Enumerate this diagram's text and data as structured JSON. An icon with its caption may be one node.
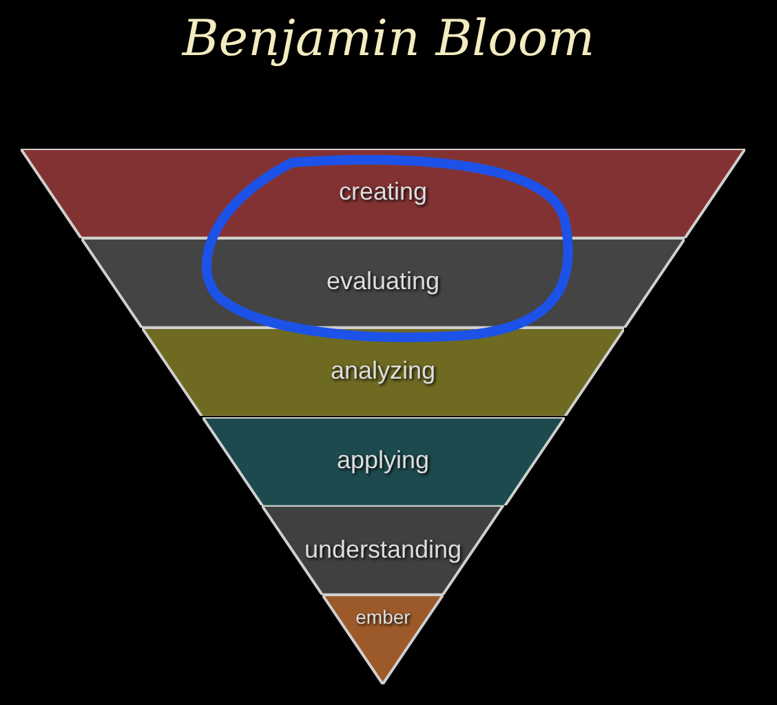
{
  "diagram": {
    "title": "Benjamin Bloom",
    "nodes": [
      {
        "text": [
          "creating"
        ]
      },
      {
        "text": [
          "evaluating"
        ]
      },
      {
        "text": [
          "analyzing"
        ]
      },
      {
        "text": [
          "applying"
        ]
      },
      {
        "text": [
          "understanding"
        ]
      },
      {
        "text": [
          "ember"
        ]
      }
    ]
  }
}
